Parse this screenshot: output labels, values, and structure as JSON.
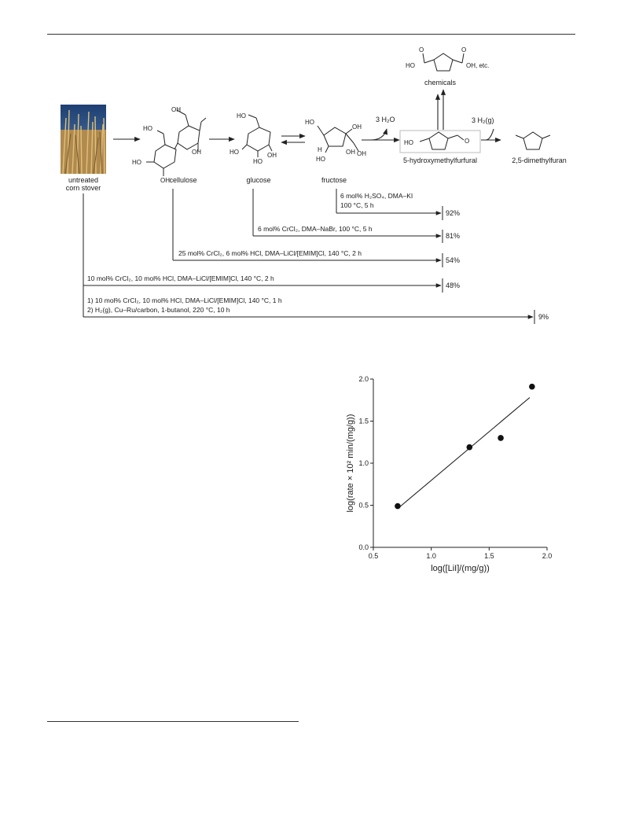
{
  "scheme": {
    "image_caption": [
      "untreated",
      "corn stover"
    ],
    "labels": {
      "cellulose": "cellulose",
      "glucose": "glucose",
      "fructose": "fructose",
      "hmf": "5-hydroxymethylfurfural",
      "dmf": "2,5-dimethylfuran",
      "chemicals": "chemicals",
      "water": "3 H₂O",
      "hydrogen": "3 H₂(g)"
    },
    "atoms": {
      "OH": "OH",
      "HO": "HO",
      "O": "O",
      "H": "H",
      "HO_etc": "OH, etc."
    },
    "conditions": [
      {
        "lines": [
          "6 mol% H₂SO₄, DMA–KI",
          "100 °C, 5 h"
        ],
        "yield": "92%"
      },
      {
        "lines": [
          "6 mol% CrCl₂, DMA–NaBr, 100 °C, 5 h"
        ],
        "yield": "81%"
      },
      {
        "lines": [
          "25 mol% CrCl₂, 6 mol% HCl, DMA–LiCl/[EMIM]Cl, 140 °C, 2 h"
        ],
        "yield": "54%"
      },
      {
        "lines": [
          "10 mol% CrCl₂, 10 mol% HCl, DMA–LiCl/[EMIM]Cl, 140 °C, 2 h"
        ],
        "yield": "48%"
      },
      {
        "lines": [
          "1) 10 mol% CrCl₂, 10 mol% HCl, DMA–LiCl/[EMIM]Cl, 140 °C, 1 h",
          "2) H₂(g), Cu–Ru/carbon, 1-butanol, 220 °C, 10 h"
        ],
        "yield": "9%"
      }
    ]
  },
  "chart_data": {
    "type": "scatter",
    "xlabel": "log([LiI]/(mg/g))",
    "ylabel": "log(rate × 10² min/(mg/g))",
    "xlim": [
      0.5,
      2.0
    ],
    "ylim": [
      0.0,
      2.0
    ],
    "xticks": [
      "0.5",
      "1.0",
      "1.5",
      "2.0"
    ],
    "yticks": [
      "0.0",
      "0.5",
      "1.0",
      "1.5",
      "2.0"
    ],
    "points": [
      {
        "x": 0.71,
        "y": 0.49
      },
      {
        "x": 1.33,
        "y": 1.19
      },
      {
        "x": 1.6,
        "y": 1.3
      },
      {
        "x": 1.87,
        "y": 1.91
      }
    ],
    "fit_line": {
      "x": [
        0.71,
        1.85
      ],
      "y": [
        0.46,
        1.78
      ]
    },
    "colors": {
      "points": "#111111",
      "line": "#222222"
    }
  }
}
